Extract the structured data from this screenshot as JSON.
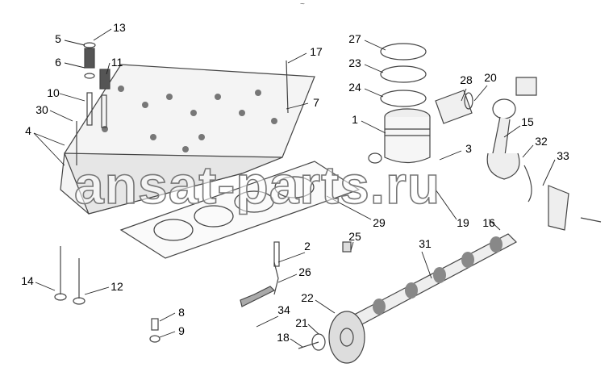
{
  "header_mark": "~",
  "watermark": "ansat-parts.ru",
  "callouts": [
    {
      "id": "13",
      "text": "13"
    },
    {
      "id": "5",
      "text": "5"
    },
    {
      "id": "6",
      "text": "6"
    },
    {
      "id": "11",
      "text": "11"
    },
    {
      "id": "10",
      "text": "10"
    },
    {
      "id": "30",
      "text": "30"
    },
    {
      "id": "4",
      "text": "4"
    },
    {
      "id": "17",
      "text": "17"
    },
    {
      "id": "7",
      "text": "7"
    },
    {
      "id": "27",
      "text": "27"
    },
    {
      "id": "23",
      "text": "23"
    },
    {
      "id": "24",
      "text": "24"
    },
    {
      "id": "28",
      "text": "28"
    },
    {
      "id": "20",
      "text": "20"
    },
    {
      "id": "1",
      "text": "1"
    },
    {
      "id": "15",
      "text": "15"
    },
    {
      "id": "32",
      "text": "32"
    },
    {
      "id": "33",
      "text": "33"
    },
    {
      "id": "3",
      "text": "3"
    },
    {
      "id": "19",
      "text": "19"
    },
    {
      "id": "16",
      "text": "16"
    },
    {
      "id": "29",
      "text": "29"
    },
    {
      "id": "25",
      "text": "25"
    },
    {
      "id": "2",
      "text": "2"
    },
    {
      "id": "31",
      "text": "31"
    },
    {
      "id": "26",
      "text": "26"
    },
    {
      "id": "14",
      "text": "14"
    },
    {
      "id": "12",
      "text": "12"
    },
    {
      "id": "22",
      "text": "22"
    },
    {
      "id": "34",
      "text": "34"
    },
    {
      "id": "8",
      "text": "8"
    },
    {
      "id": "9",
      "text": "9"
    },
    {
      "id": "21",
      "text": "21"
    },
    {
      "id": "18",
      "text": "18"
    }
  ]
}
